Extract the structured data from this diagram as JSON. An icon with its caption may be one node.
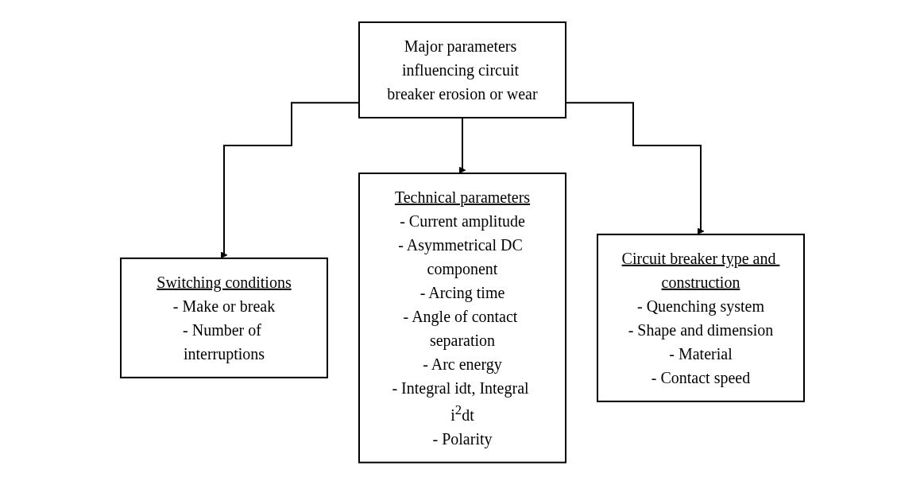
{
  "diagram": {
    "nodes": [
      {
        "text": [
          "Major parameters influencing circuit breaker erosion or wear"
        ]
      },
      {
        "text": [
          "Switching conditions",
          "- Make or break",
          "- Number of interruptions"
        ]
      },
      {
        "text": [
          "Technical parameters",
          "- Current amplitude",
          "- Asymmetrical DC component",
          "- Arcing time",
          "- Angle of contact separation",
          "- Arc energy",
          "- Integral idt, Integral i$^{2}$dt",
          "- Polarity"
        ]
      },
      {
        "text": [
          "Circuit breaker type and construction",
          "- Quenching system",
          "- Shape and dimension",
          "- Material",
          "- Contact speed"
        ]
      }
    ],
    "edges": [
      {
        "from": 0,
        "to": 1,
        "arrow": "to"
      },
      {
        "from": 0,
        "to": 2,
        "arrow": "to"
      },
      {
        "from": 0,
        "to": 3,
        "arrow": "to"
      }
    ]
  }
}
